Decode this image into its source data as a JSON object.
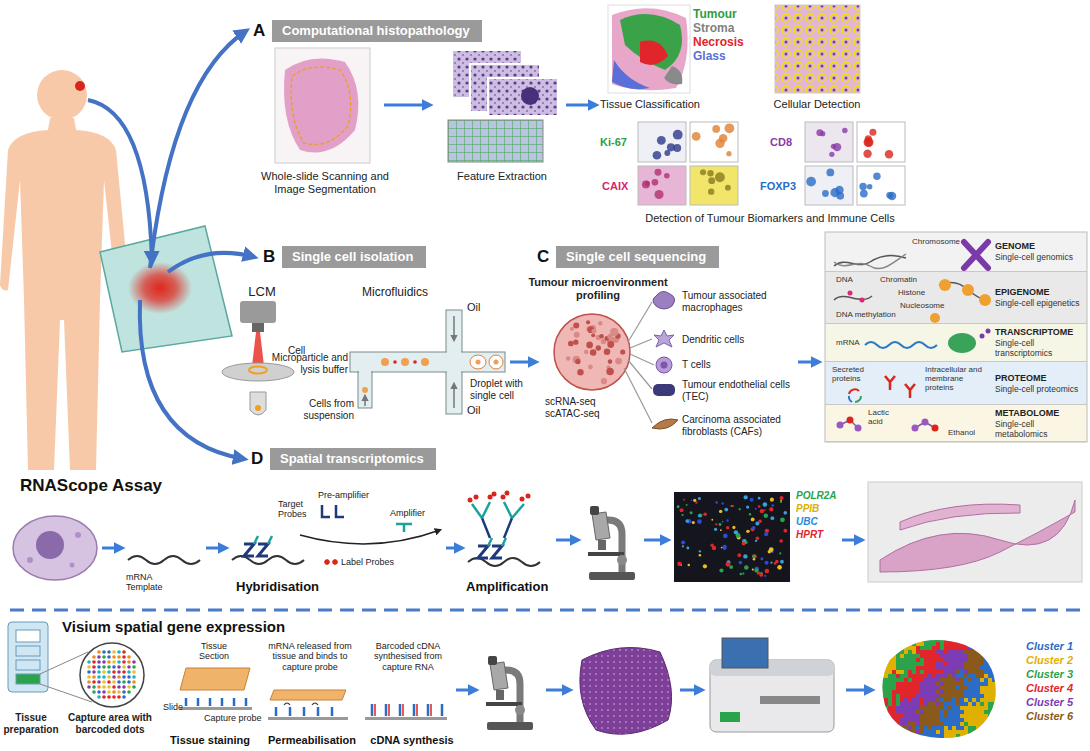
{
  "diagram": {
    "nodes": [
      {
        "text": [
          "A",
          "Computational histopathology"
        ]
      },
      {
        "text": [
          "B",
          "Single cell isolation"
        ]
      },
      {
        "text": [
          "C",
          "Single cell sequencing"
        ]
      },
      {
        "text": [
          "GENOME",
          "Single-cell genomics"
        ]
      },
      {
        "text": [
          "EPIGENOME",
          "Single-cell epigenetics"
        ]
      },
      {
        "text": [
          "TRANSCRIPTOME",
          "Single-cell transcriptomics"
        ]
      },
      {
        "text": [
          "PROTEOME",
          "Single-cell proteomics"
        ]
      },
      {
        "text": [
          "METABOLOME",
          "Single-cell metabolomics"
        ]
      },
      {
        "text": [
          "D",
          "Spatial transcriptomics"
        ]
      }
    ],
    "labels": [
      "Tumour",
      "Stroma",
      "Necrosis",
      "Glass",
      "Whole-slide Scanning and Image Segmentation",
      "Feature Extraction",
      "Tissue Classification",
      "Cellular Detection",
      "Ki-67",
      "CAIX",
      "CD8",
      "FOXP3",
      "Detection of Tumour Biomarkers and Immune Cells",
      "LCM",
      "Cell",
      "Microfluidics",
      "Oil",
      "Microparticle and lysis buffer",
      "Oil",
      "Droplet with single cell",
      "Cells from suspension",
      "Tumour microenvironment profiling",
      "scRNA-seq scATAC-seq",
      "Tumour associated macrophages",
      "Dendritic cells",
      "T cells",
      "Tumour endothelial cells (TEC)",
      "Carcinoma associated fibroblasts (CAFs)",
      "Chromosome",
      "DNA",
      "Chromatin",
      "Histone",
      "Nucleosome",
      "DNA methylation",
      "mRNA",
      "Secreted proteins",
      "Intracellular and membrane proteins",
      "Lactic acid",
      "Ethanol",
      "RNAScope Assay",
      "Target Probes",
      "Pre-amplifier",
      "Amplifier",
      "mRNA Template",
      "Label Probes",
      "Hybridisation",
      "Amplification",
      "POLR2A",
      "PPIB",
      "UBC",
      "HPRT",
      "Visium spatial gene expression",
      "Tissue preparation",
      "Capture area with barcoded dots",
      "Tissue Section",
      "Slide",
      "Capture probe",
      "mRNA released from tissue and binds to capture probe",
      "Barcoded cDNA synthesised from capture RNA",
      "Tissue staining",
      "Permeabilisation",
      "cDNA synthesis",
      "Cluster 1",
      "Cluster 2",
      "Cluster 3",
      "Cluster 4",
      "Cluster 5",
      "Cluster 6"
    ]
  }
}
